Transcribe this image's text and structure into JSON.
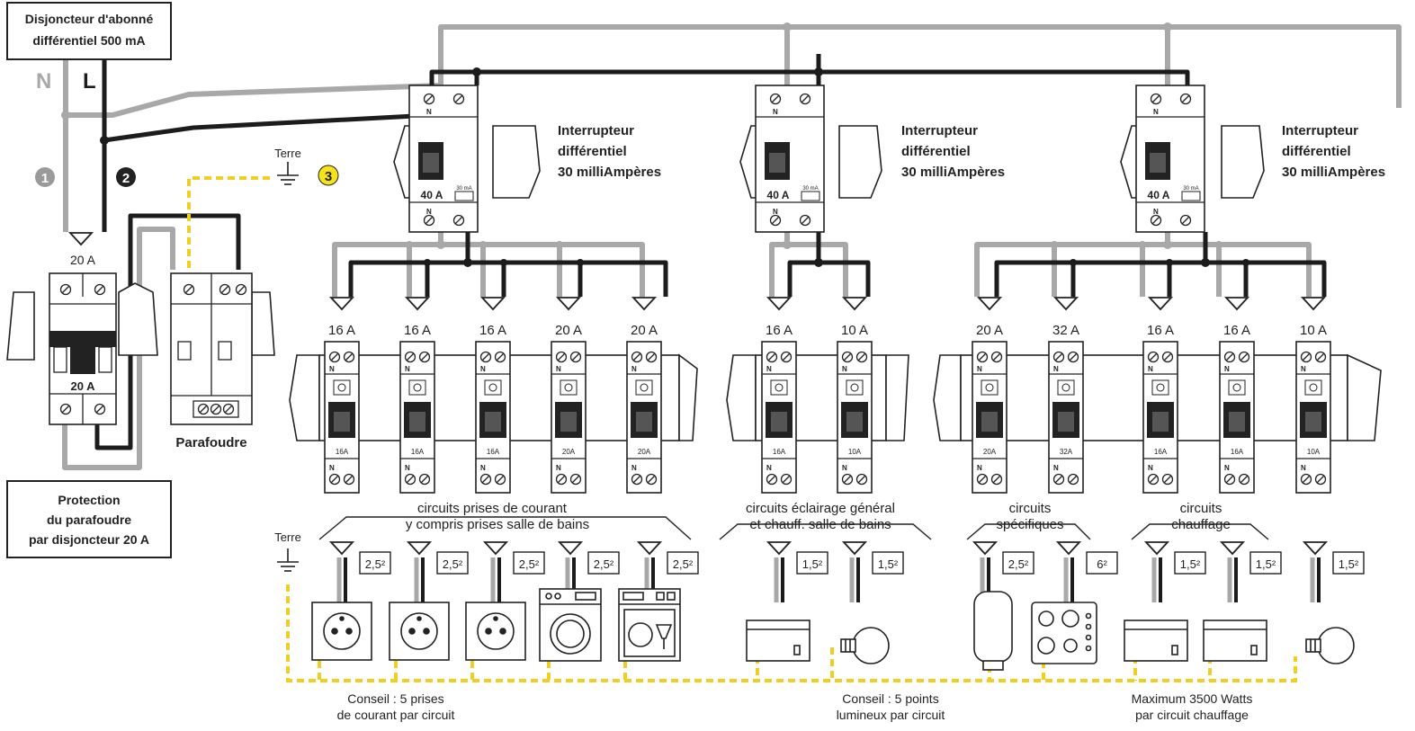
{
  "main_breaker": {
    "title_line1": "Disjoncteur d'abonné",
    "title_line2": "différentiel 500 mA"
  },
  "wire_labels": {
    "neutral": "N",
    "live": "L"
  },
  "markers": {
    "m1": "1",
    "m2": "2",
    "m3": "3"
  },
  "earth_label_top": "Terre",
  "earth_label_bottom": "Terre",
  "breaker_20": {
    "top_rating": "20 A",
    "body_rating": "20 A"
  },
  "surge": {
    "label": "Parafoudre"
  },
  "surge_protection_note": {
    "line1": "Protection",
    "line2": "du parafoudre",
    "line3": "par disjoncteur 20 A"
  },
  "rcd_groups": [
    {
      "rating": "40 A",
      "sensitivity": "30 mA",
      "label_line1": "Interrupteur",
      "label_line2": "différentiel",
      "label_line3": "30 milliAmpères"
    },
    {
      "rating": "40 A",
      "sensitivity": "30 mA",
      "label_line1": "Interrupteur",
      "label_line2": "différentiel",
      "label_line3": "30 milliAmpères"
    },
    {
      "rating": "40 A",
      "sensitivity": "30 mA",
      "label_line1": "Interrupteur",
      "label_line2": "différentiel",
      "label_line3": "30 milliAmpères"
    }
  ],
  "terminal_n": "N",
  "breakers": [
    {
      "rating": "16 A",
      "section": "2,5²"
    },
    {
      "rating": "16 A",
      "section": "2,5²"
    },
    {
      "rating": "16 A",
      "section": "2,5²"
    },
    {
      "rating": "20 A",
      "section": "2,5²"
    },
    {
      "rating": "20 A",
      "section": "2,5²"
    },
    {
      "rating": "16 A",
      "section": "1,5²"
    },
    {
      "rating": "10 A",
      "section": "1,5²"
    },
    {
      "rating": "20 A",
      "section": "2,5²"
    },
    {
      "rating": "32 A",
      "section": "6²"
    },
    {
      "rating": "16 A",
      "section": "1,5²"
    },
    {
      "rating": "16 A",
      "section": "1,5²"
    },
    {
      "rating": "10 A",
      "section": "1,5²"
    }
  ],
  "circuit_groups": {
    "outlets_line1": "circuits prises de courant",
    "outlets_line2": "y compris prises salle de bains",
    "lighting_line1": "circuits éclairage général",
    "lighting_line2": "et chauff. salle de bains",
    "specific_line1": "circuits",
    "specific_line2": "spécifiques",
    "heating_line1": "circuits",
    "heating_line2": "chauffage"
  },
  "advice": {
    "outlets_line1": "Conseil : 5 prises",
    "outlets_line2": "de courant par circuit",
    "lighting_line1": "Conseil : 5 points",
    "lighting_line2": "lumineux par circuit",
    "heating_line1": "Maximum 3500 Watts",
    "heating_line2": "par circuit chauffage"
  },
  "colors": {
    "neutral": "#a8a8a8",
    "live": "#1c1c1c",
    "earth": "#f2cf1e",
    "marker3": "#f6e21a",
    "marker1": "#9a9a9a",
    "marker2": "#222222"
  }
}
